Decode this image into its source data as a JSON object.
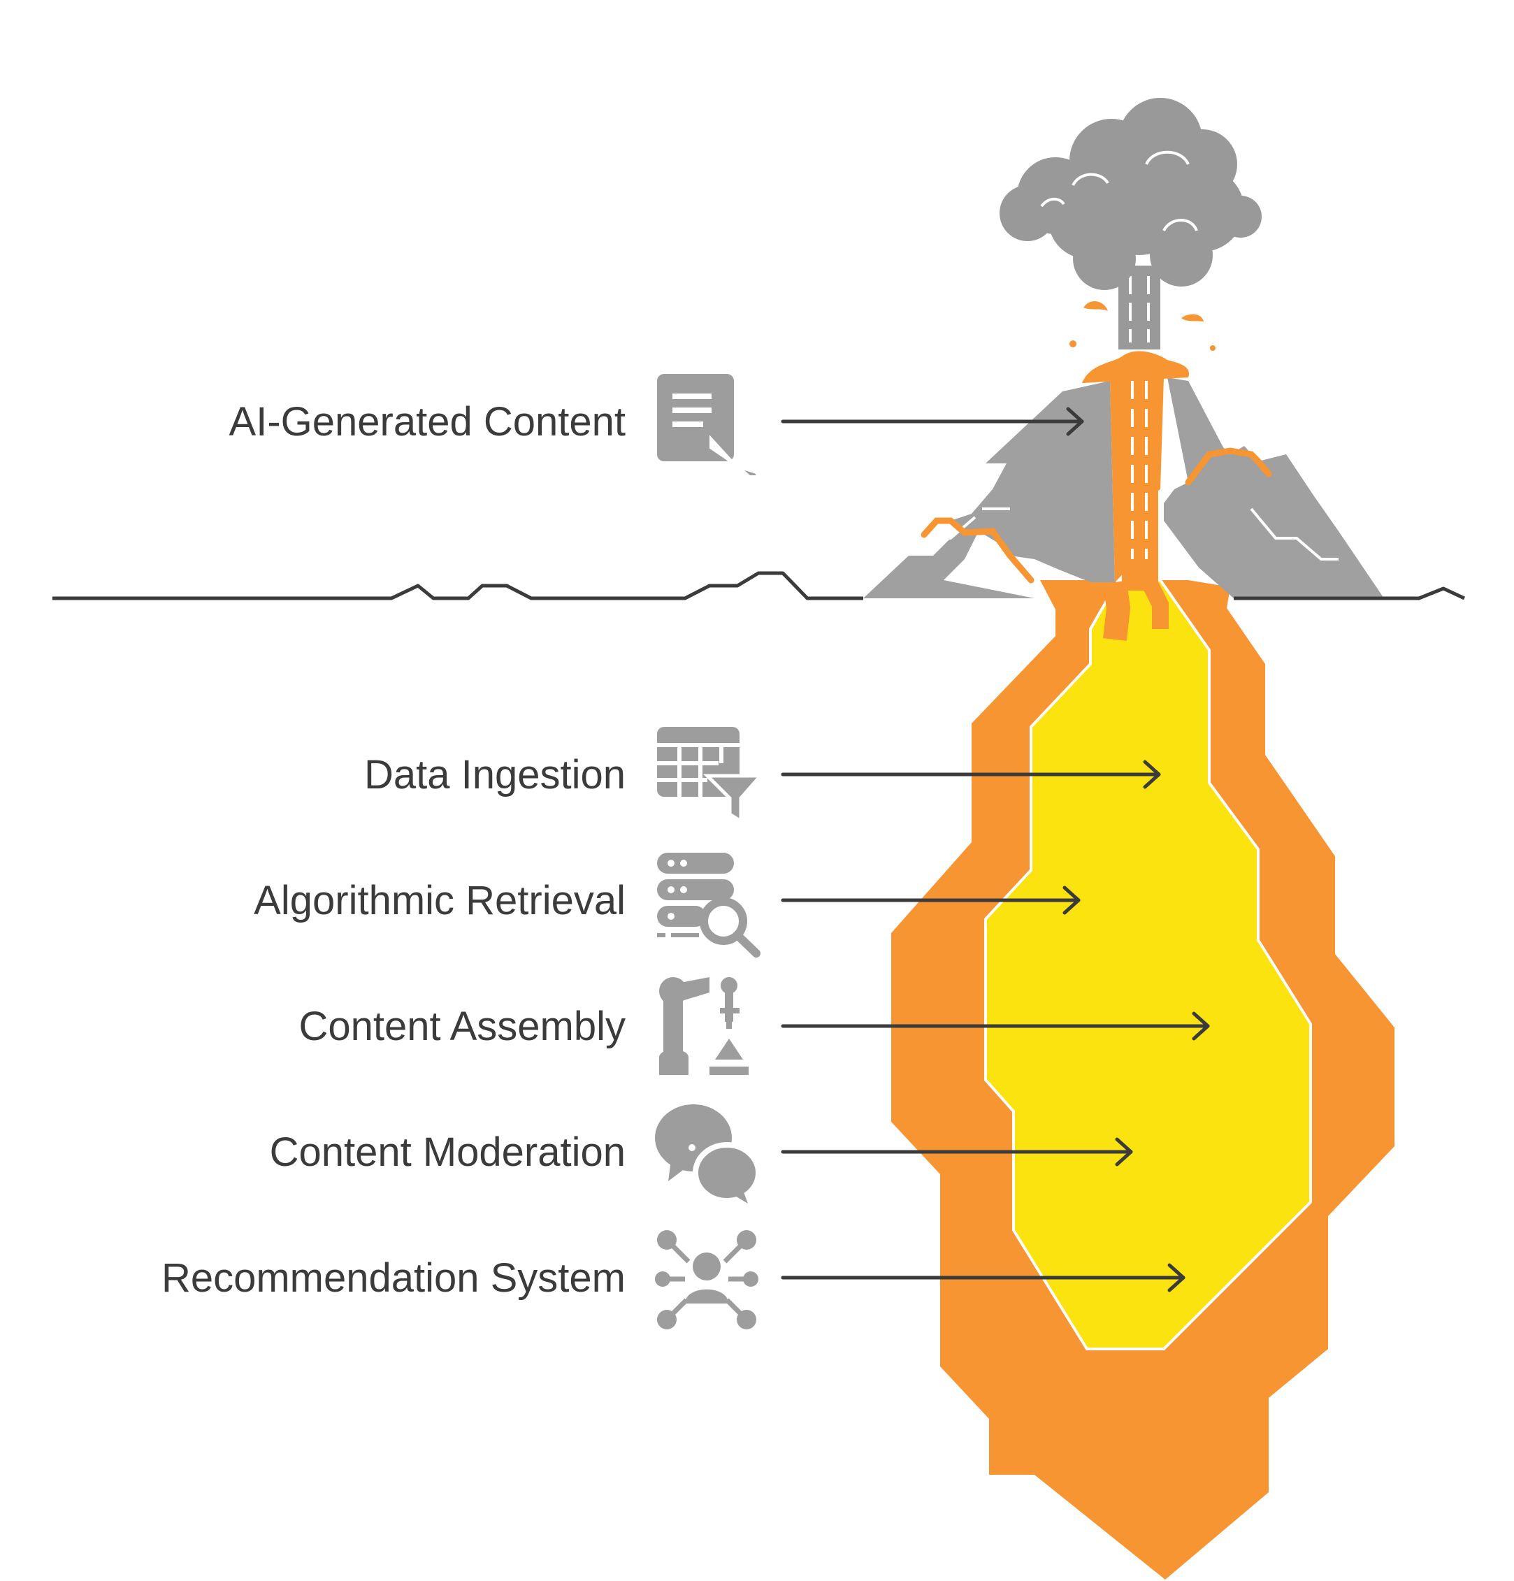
{
  "diagram": {
    "layers": [
      {
        "label": "AI-Generated Content",
        "icon": "document-touch-icon"
      },
      {
        "label": "Data Ingestion",
        "icon": "table-filter-icon"
      },
      {
        "label": "Algorithmic Retrieval",
        "icon": "database-search-icon"
      },
      {
        "label": "Content Assembly",
        "icon": "robot-arm-icon"
      },
      {
        "label": "Content Moderation",
        "icon": "chat-bubbles-icon"
      },
      {
        "label": "Recommendation System",
        "icon": "user-network-icon"
      }
    ],
    "colors": {
      "rock": "#a0a0a0",
      "smoke": "#999999",
      "lava": "#f79532",
      "core": "#fbe30f",
      "ground_line": "#3b3b3b",
      "text": "#3b3b3b",
      "icon": "#9d9d9d"
    }
  }
}
